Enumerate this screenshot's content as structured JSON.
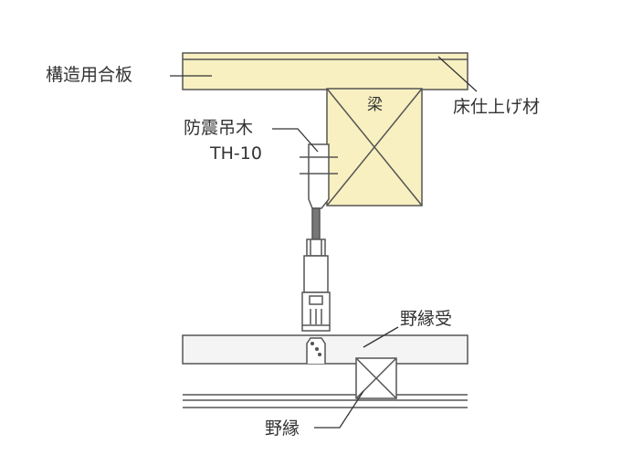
{
  "labels": {
    "plywood": "構造用合板",
    "floor_finish": "床仕上げ材",
    "beam": "梁",
    "hanger_name": "防震吊木",
    "hanger_model": "TH-10",
    "ceiling_joist_receiver": "野縁受",
    "ceiling_joist": "野縁"
  },
  "colors": {
    "wood": "#f8f0c0",
    "line": "#555555",
    "board": "#f4f4f4"
  }
}
